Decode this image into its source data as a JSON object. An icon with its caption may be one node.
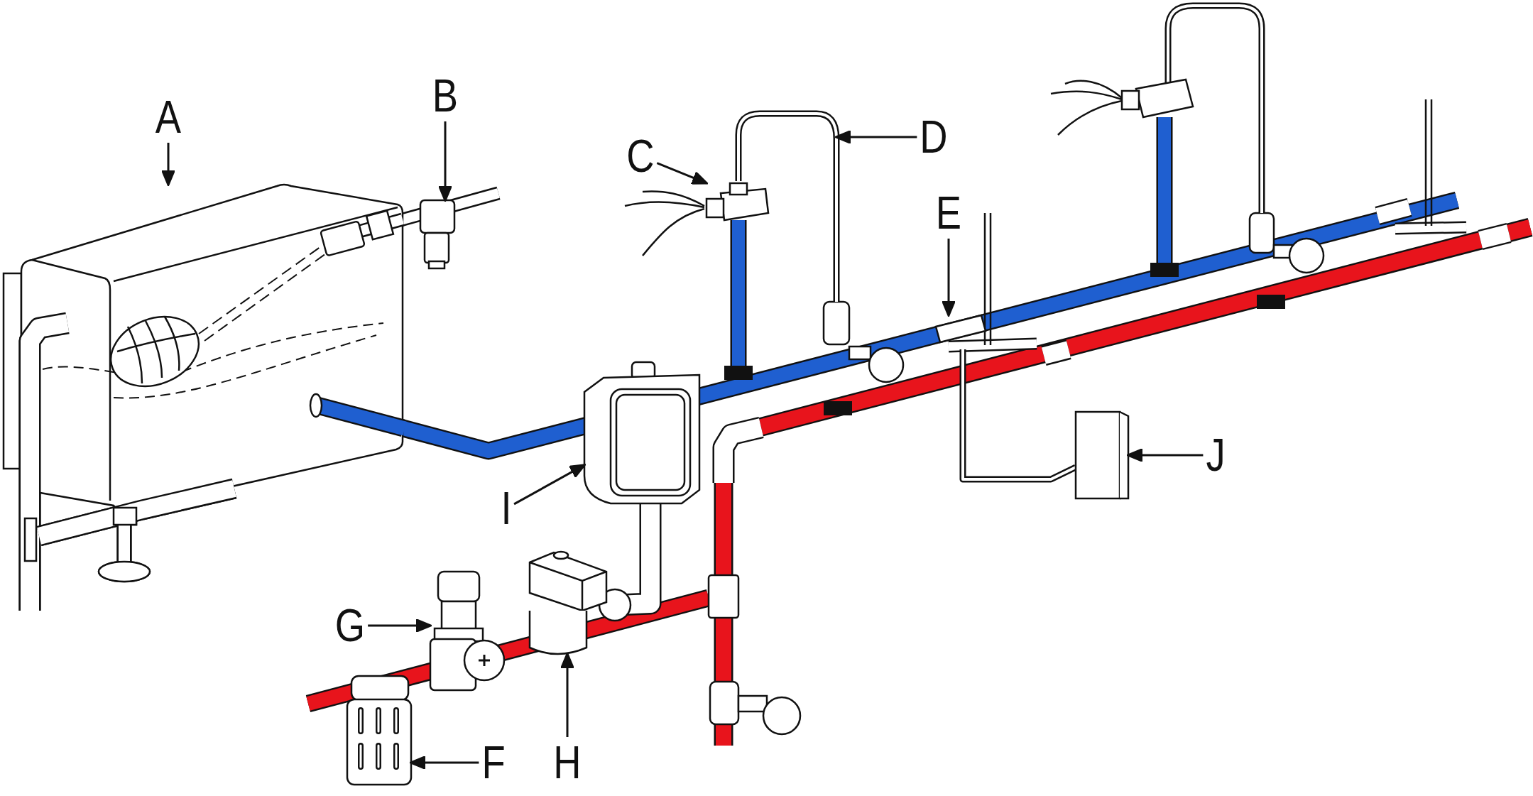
{
  "diagram": {
    "nodes": [
      {
        "text": [
          "A"
        ]
      },
      {
        "text": [
          "B"
        ]
      },
      {
        "text": [
          "C"
        ]
      },
      {
        "text": [
          "D"
        ]
      },
      {
        "text": [
          "E"
        ]
      },
      {
        "text": [
          "F"
        ]
      },
      {
        "text": [
          "G"
        ]
      },
      {
        "text": [
          "H"
        ]
      },
      {
        "text": [
          "I"
        ]
      },
      {
        "text": [
          "J"
        ]
      },
      {
        "text": [],
        "shape": "picture"
      },
      {
        "text": [],
        "shape": "picture"
      },
      {
        "text": [],
        "shape": "picture"
      },
      {
        "text": [],
        "shape": "picture"
      },
      {
        "text": [],
        "shape": "picture"
      },
      {
        "text": [],
        "shape": "picture"
      },
      {
        "text": [],
        "shape": "picture"
      },
      {
        "text": [],
        "shape": "picture"
      },
      {
        "text": [],
        "shape": "picture"
      },
      {
        "text": [],
        "shape": "box"
      }
    ],
    "edges": [
      {
        "from": 0,
        "to": 10,
        "arrow": "to"
      },
      {
        "from": 1,
        "to": 11,
        "arrow": "to"
      },
      {
        "from": 2,
        "to": 12,
        "arrow": "to"
      },
      {
        "from": 3,
        "to": 13,
        "arrow": "to"
      },
      {
        "from": 4,
        "to": 14,
        "arrow": "to"
      },
      {
        "from": 5,
        "to": 15,
        "arrow": "to"
      },
      {
        "from": 6,
        "to": 16,
        "arrow": "to"
      },
      {
        "from": 7,
        "to": 17,
        "arrow": "to"
      },
      {
        "from": 8,
        "to": 18,
        "arrow": "to"
      },
      {
        "from": 9,
        "to": 19,
        "arrow": "to"
      }
    ]
  }
}
